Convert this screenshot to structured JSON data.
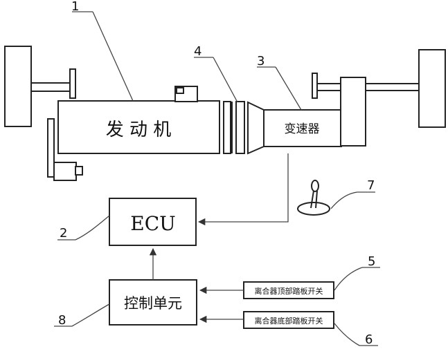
{
  "components": {
    "engine": "发 动 机",
    "gearbox": "变速器",
    "ecu": "ECU",
    "control_unit": "控制单元",
    "top_pedal_switch": "离合器顶部踏板开关",
    "bottom_pedal_switch": "离合器底部踏板开关"
  },
  "callouts": {
    "n1": "1",
    "n2": "2",
    "n3": "3",
    "n4": "4",
    "n5": "5",
    "n6": "6",
    "n7": "7",
    "n8": "8"
  }
}
